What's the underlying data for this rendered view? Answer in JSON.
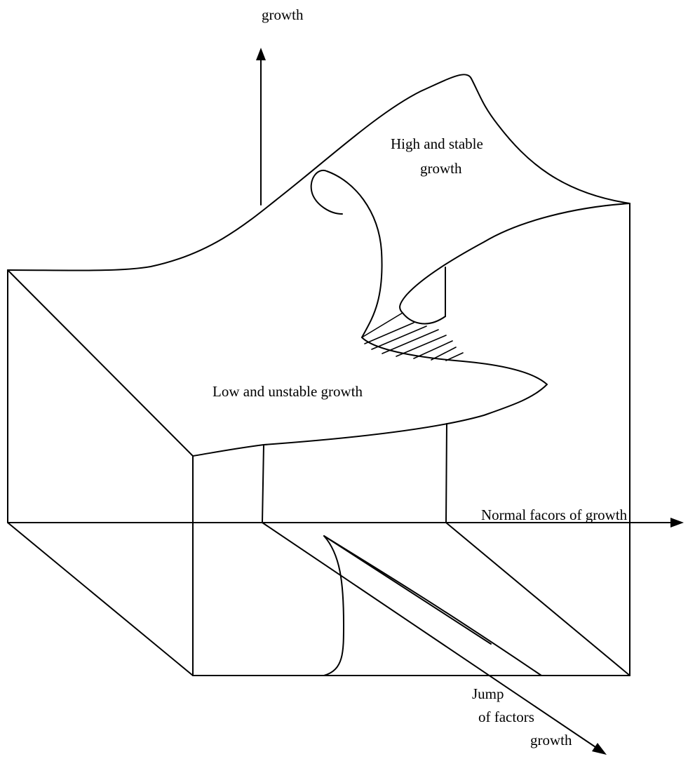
{
  "labels": {
    "vertical_axis": "growth",
    "high_region": "High and stable",
    "high_region_line2": "growth",
    "low_region": "Low and unstable growth",
    "horizontal_axis": "Normal facors of growth",
    "jump_axis_line1": "Jump",
    "jump_axis_line2": "of factors",
    "jump_axis_line3": "growth"
  },
  "colors": {
    "stroke": "#000000",
    "background": "#ffffff"
  }
}
